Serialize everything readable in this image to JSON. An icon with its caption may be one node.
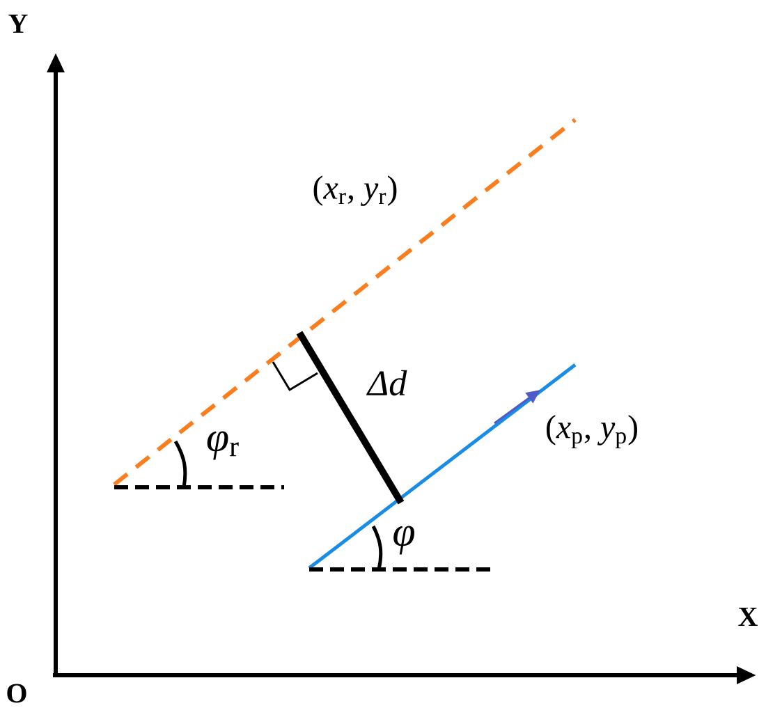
{
  "diagram": {
    "labels": [
      "Y",
      "(*x*$_{r}$, *y*$_{r}$)",
      "Δd",
      "*φ*$_{r}$",
      "(*x*$_{p}$, *y*$_{p}$)",
      "*φ*",
      "X",
      "O"
    ]
  }
}
